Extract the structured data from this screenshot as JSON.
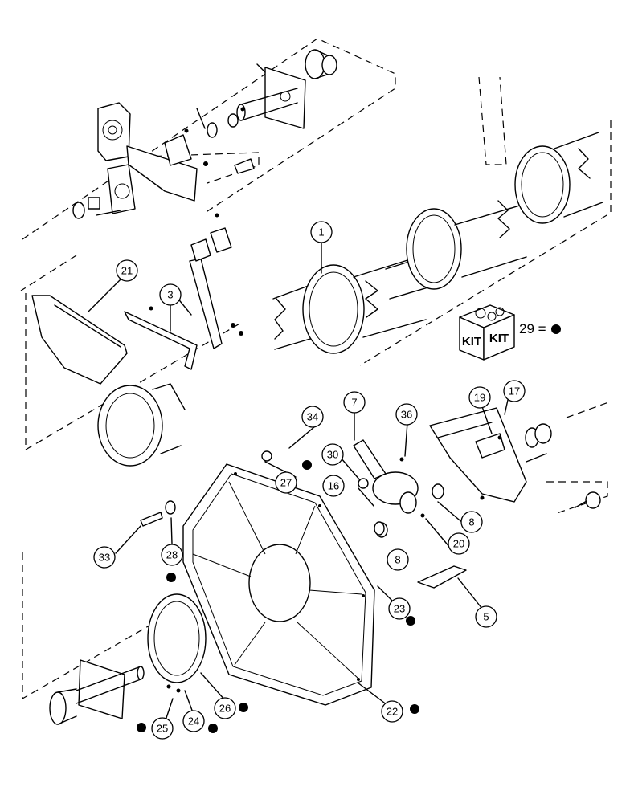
{
  "callouts": [
    {
      "id": "c1",
      "label": "1"
    },
    {
      "id": "c3",
      "label": "3"
    },
    {
      "id": "c5",
      "label": "5"
    },
    {
      "id": "c7",
      "label": "7"
    },
    {
      "id": "c8a",
      "label": "8"
    },
    {
      "id": "c8b",
      "label": "8"
    },
    {
      "id": "c16",
      "label": "16"
    },
    {
      "id": "c17",
      "label": "17"
    },
    {
      "id": "c19",
      "label": "19"
    },
    {
      "id": "c20",
      "label": "20"
    },
    {
      "id": "c21",
      "label": "21"
    },
    {
      "id": "c22",
      "label": "22"
    },
    {
      "id": "c23",
      "label": "23"
    },
    {
      "id": "c24",
      "label": "24"
    },
    {
      "id": "c25",
      "label": "25"
    },
    {
      "id": "c26",
      "label": "26"
    },
    {
      "id": "c27",
      "label": "27"
    },
    {
      "id": "c28",
      "label": "28"
    },
    {
      "id": "c30",
      "label": "30"
    },
    {
      "id": "c33",
      "label": "33"
    },
    {
      "id": "c34",
      "label": "34"
    },
    {
      "id": "c36",
      "label": "36"
    }
  ],
  "kit": {
    "box_text_left": "KIT",
    "box_text_right": "KIT",
    "legend": "29 ="
  }
}
